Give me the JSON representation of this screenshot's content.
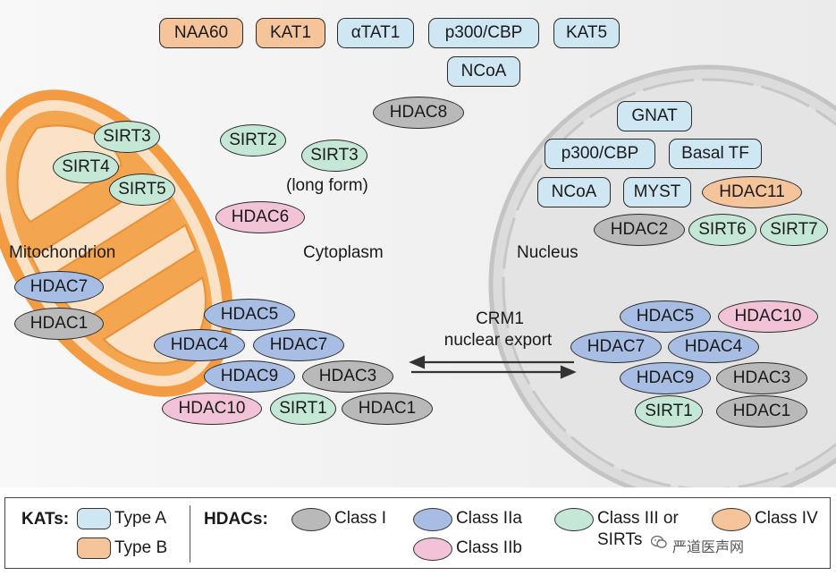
{
  "compartments": {
    "mitochondrion": "Mitochondrion",
    "cytoplasm": "Cytoplasm",
    "nucleus": "Nucleus"
  },
  "top_kats": [
    {
      "label": "NAA60",
      "type": "B"
    },
    {
      "label": "KAT1",
      "type": "B"
    },
    {
      "label": "αTAT1",
      "type": "A"
    },
    {
      "label": "p300/CBP",
      "type": "A"
    },
    {
      "label": "KAT5",
      "type": "A"
    },
    {
      "label": "NCoA",
      "type": "A"
    }
  ],
  "nucleus_kats": [
    "GNAT",
    "p300/CBP",
    "Basal TF",
    "NCoA",
    "MYST"
  ],
  "mitochondrion_sirts": [
    "SIRT3",
    "SIRT4",
    "SIRT5"
  ],
  "mitochondrion_hdacs": [
    "HDAC7",
    "HDAC1"
  ],
  "cytoplasm_enzymes": {
    "hdac8": "HDAC8",
    "sirt2": "SIRT2",
    "sirt3_long": "SIRT3",
    "sirt3_long_note": "(long form)",
    "hdac6": "HDAC6"
  },
  "cytoplasm_cluster": [
    "HDAC5",
    "HDAC4",
    "HDAC7",
    "HDAC9",
    "HDAC3",
    "HDAC10",
    "SIRT1",
    "HDAC1"
  ],
  "nucleus_enzymes": [
    "HDAC11",
    "HDAC2",
    "SIRT6",
    "SIRT7"
  ],
  "nucleus_cluster": [
    "HDAC5",
    "HDAC10",
    "HDAC7",
    "HDAC4",
    "HDAC9",
    "HDAC3",
    "SIRT1",
    "HDAC1"
  ],
  "export": {
    "line1": "CRM1",
    "line2": "nuclear export"
  },
  "legend": {
    "kats_label": "KATs:",
    "type_a": "Type A",
    "type_b": "Type B",
    "hdacs_label": "HDACs:",
    "class_i": "Class I",
    "class_iia": "Class IIa",
    "class_iib": "Class IIb",
    "class_iii_line1": "Class III or",
    "class_iii_line2": "SIRTs",
    "class_iv": "Class IV"
  },
  "colors": {
    "type_a": "#cfe6f3",
    "type_b": "#f5c49a",
    "class_i": "#b9b9b9",
    "class_iia": "#a7bde4",
    "class_iib": "#f2c3d7",
    "class_iii": "#c4e7d6",
    "class_iv": "#f5c49a"
  },
  "watermark": "严道医声网"
}
